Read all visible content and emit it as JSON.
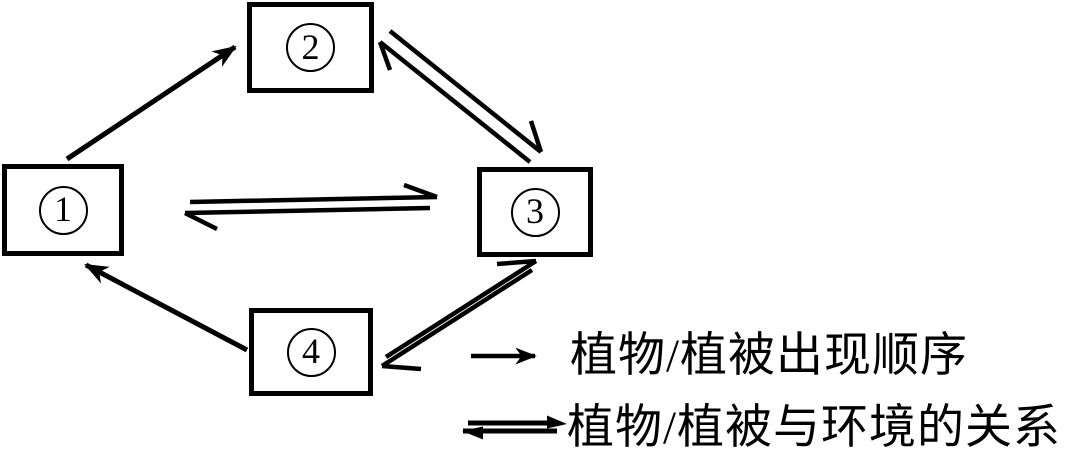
{
  "diagram": {
    "nodes": [
      {
        "id": "1",
        "label": "1",
        "symbol": "①"
      },
      {
        "id": "2",
        "label": "2",
        "symbol": "②"
      },
      {
        "id": "3",
        "label": "3",
        "symbol": "③"
      },
      {
        "id": "4",
        "label": "4",
        "symbol": "④"
      }
    ],
    "edges": [
      {
        "from": "1",
        "to": "2",
        "type": "single"
      },
      {
        "from": "4",
        "to": "1",
        "type": "single"
      },
      {
        "from": "1",
        "to": "3",
        "type": "double"
      },
      {
        "from": "2",
        "to": "3",
        "type": "double"
      },
      {
        "from": "4",
        "to": "3",
        "type": "double"
      }
    ]
  },
  "legend": {
    "items": [
      {
        "arrow": "single-arrow",
        "label": "植物/植被出现顺序"
      },
      {
        "arrow": "double-arrow",
        "label": "植物/植被与环境的关系"
      }
    ]
  },
  "colors": {
    "ink": "#000000",
    "background": "#ffffff"
  }
}
